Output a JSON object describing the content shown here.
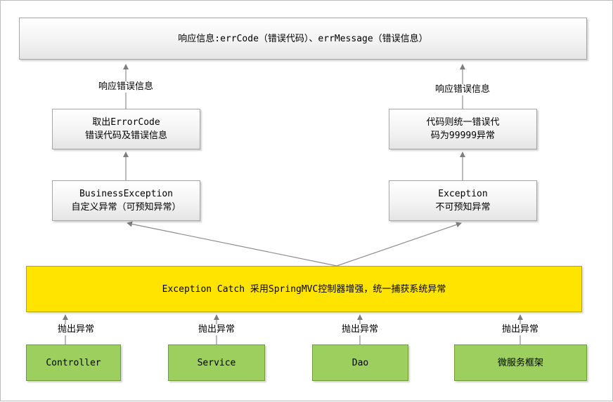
{
  "top_box": {
    "text": "响应信息:errCode（错误代码）、errMessage（错误信息）"
  },
  "left_branch": {
    "response_label": "响应错误信息",
    "extract_box": {
      "line1": "取出ErrorCode",
      "line2": "错误代码及错误信息"
    },
    "exception_box": {
      "line1": "BusinessException",
      "line2": "自定义异常（可预知异常）"
    }
  },
  "right_branch": {
    "response_label": "响应错误信息",
    "code_box": {
      "line1": "代码则统一错误代",
      "line2": "码为99999异常"
    },
    "exception_box": {
      "line1": "Exception",
      "line2": "不可预知异常"
    }
  },
  "catch_bar": {
    "text": "Exception Catch 采用SpringMVC控制器增强，统一捕获系统异常"
  },
  "sources": [
    {
      "label": "Controller",
      "throw_label": "抛出异常"
    },
    {
      "label": "Service",
      "throw_label": "抛出异常"
    },
    {
      "label": "Dao",
      "throw_label": "抛出异常"
    },
    {
      "label": "微服务框架",
      "throw_label": "抛出异常"
    }
  ],
  "colors": {
    "catch_fill": "#ffe400",
    "source_fill": "#9ccf5e",
    "box_fill": "#f2f2f2",
    "arrow": "#7f7f7f"
  }
}
